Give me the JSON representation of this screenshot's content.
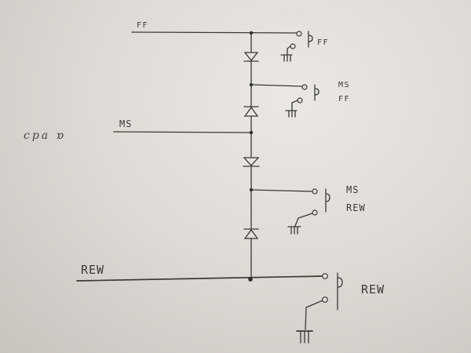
{
  "labels": {
    "ff_line": "FF",
    "ms_line": "MS",
    "rew_line": "REW",
    "cpan": "cpa ɒ",
    "sw1": [
      "FF"
    ],
    "sw2": [
      "MS",
      "FF"
    ],
    "sw3": [
      "MS",
      "REW"
    ],
    "sw4": [
      "REW"
    ]
  },
  "icons": {
    "diode": "diode-icon",
    "switch": "switch-icon",
    "ground": "ground-icon"
  },
  "colors": {
    "ink": "#3a3a3a",
    "paper": "#e4e1dc"
  }
}
